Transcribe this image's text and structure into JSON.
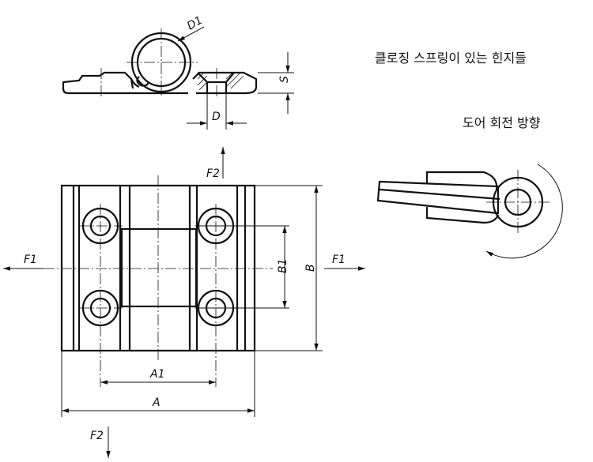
{
  "notes": {
    "spring_hinge": "클로징 스프링이 있는 힌지들",
    "rotation": "도어 회전 방향"
  },
  "labels": {
    "D1": "D1",
    "S": "S",
    "D": "D",
    "F1_left": "F1",
    "F1_right": "F1",
    "F2_top": "F2",
    "F2_bottom": "F2",
    "B1": "B1",
    "B": "B",
    "A1": "A1",
    "A": "A"
  }
}
